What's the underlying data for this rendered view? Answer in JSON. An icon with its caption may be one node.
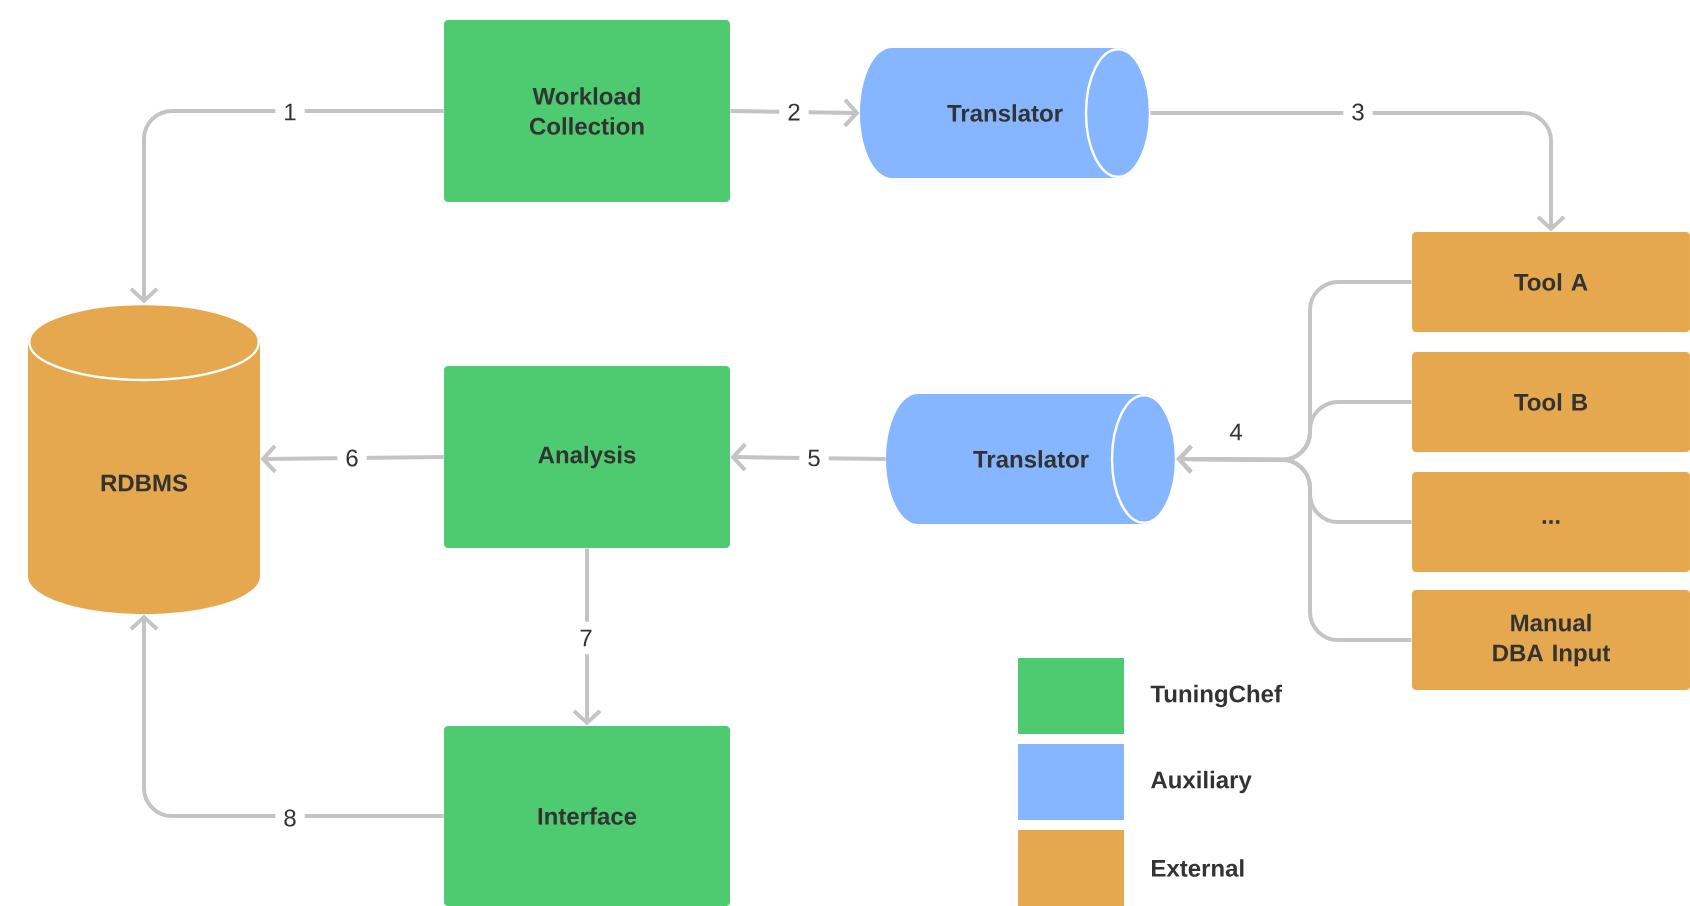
{
  "diagram": {
    "nodes": [
      {
        "text": [
          "Workload Collection"
        ]
      },
      {
        "text": [
          "Translator"
        ]
      },
      {
        "text": [
          "RDBMS"
        ]
      },
      {
        "text": [
          "Tool A"
        ]
      },
      {
        "text": [
          "Tool B"
        ]
      },
      {
        "text": [
          "..."
        ]
      },
      {
        "text": [
          "Manual DBA Input"
        ]
      },
      {
        "text": [
          "Analysis"
        ]
      },
      {
        "text": [
          "Translator"
        ]
      },
      {
        "text": [
          "Interface"
        ]
      }
    ],
    "edges": [
      {
        "from": 0,
        "to": 2,
        "arrow": "to",
        "label": "1"
      },
      {
        "from": 0,
        "to": 1,
        "arrow": "to",
        "label": "2"
      },
      {
        "from": 1,
        "to": 3,
        "arrow": "to",
        "label": "3"
      },
      {
        "from": 3,
        "to": 8,
        "arrow": "to",
        "label": "4"
      },
      {
        "from": 4,
        "to": 8,
        "arrow": "to"
      },
      {
        "from": 5,
        "to": 8,
        "arrow": "to"
      },
      {
        "from": 6,
        "to": 8,
        "arrow": "to"
      },
      {
        "from": 8,
        "to": 7,
        "arrow": "to",
        "label": "5"
      },
      {
        "from": 7,
        "to": 2,
        "arrow": "to",
        "label": "6"
      },
      {
        "from": 7,
        "to": 9,
        "arrow": "to",
        "label": "7"
      },
      {
        "from": 9,
        "to": 2,
        "arrow": "to",
        "label": "8"
      }
    ],
    "legend": [
      {
        "text": "TuningChef",
        "color": "#4ecb71"
      },
      {
        "text": "Auxiliary",
        "color": "#85b6ff"
      },
      {
        "text": "External",
        "color": "#e5a84e"
      }
    ]
  }
}
